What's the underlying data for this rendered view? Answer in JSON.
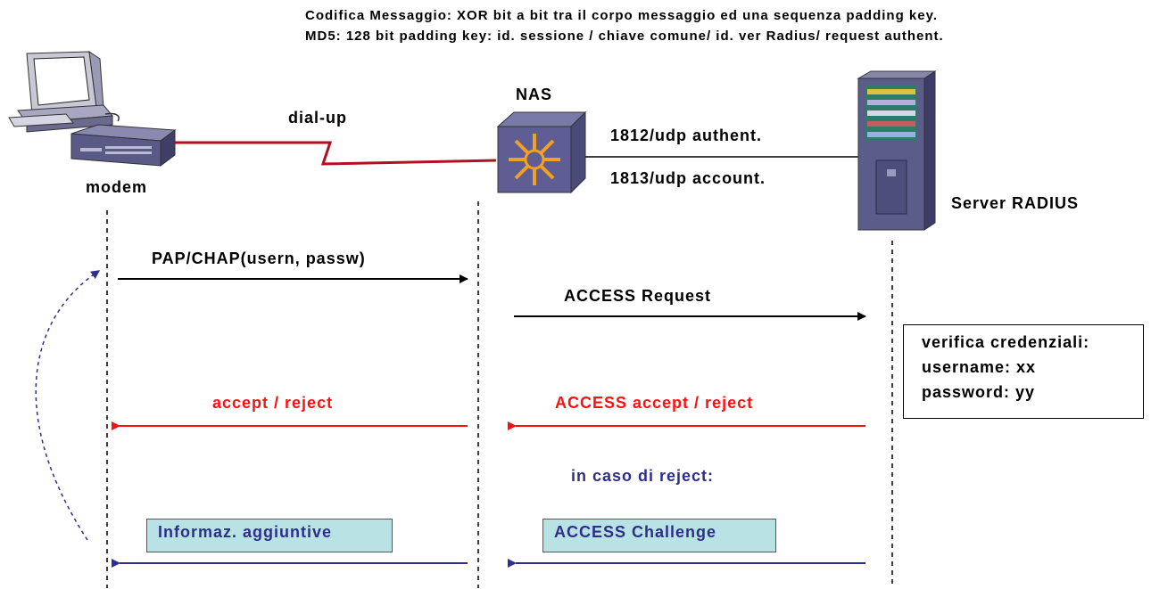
{
  "header": {
    "line1": "Codifica Messaggio: XOR bit a bit tra il corpo messaggio ed una sequenza padding key.",
    "line2": "MD5: 128 bit padding key: id. sessione / chiave comune/ id. ver Radius/ request authent."
  },
  "nodes": {
    "modem_label": "modem",
    "nas_label": "NAS",
    "server_label": "Server RADIUS"
  },
  "links": {
    "dialup_label": "dial-up",
    "auth_port": "1812/udp authent.",
    "acct_port": "1813/udp account."
  },
  "messages": {
    "pap_chap": "PAP/CHAP(usern, passw)",
    "access_request": "ACCESS Request",
    "accept_reject": "accept / reject",
    "access_accept_reject": "ACCESS accept / reject",
    "reject_case": "in caso di reject:",
    "info_box": "Informaz. aggiuntive",
    "challenge_box": "ACCESS Challenge"
  },
  "note": {
    "line1": "verifica credenziali:",
    "line2": "username: xx",
    "line3": "password: yy"
  },
  "colors": {
    "request_arrow": "#000000",
    "reply_arrow": "#ff1010",
    "challenge_arrow": "#2e2e8c",
    "box_fill": "#b8e2e4",
    "dialup_line": "#b01020"
  },
  "icons": [
    "desktop-computer-icon",
    "modem-icon",
    "router-switch-icon",
    "server-tower-icon"
  ]
}
